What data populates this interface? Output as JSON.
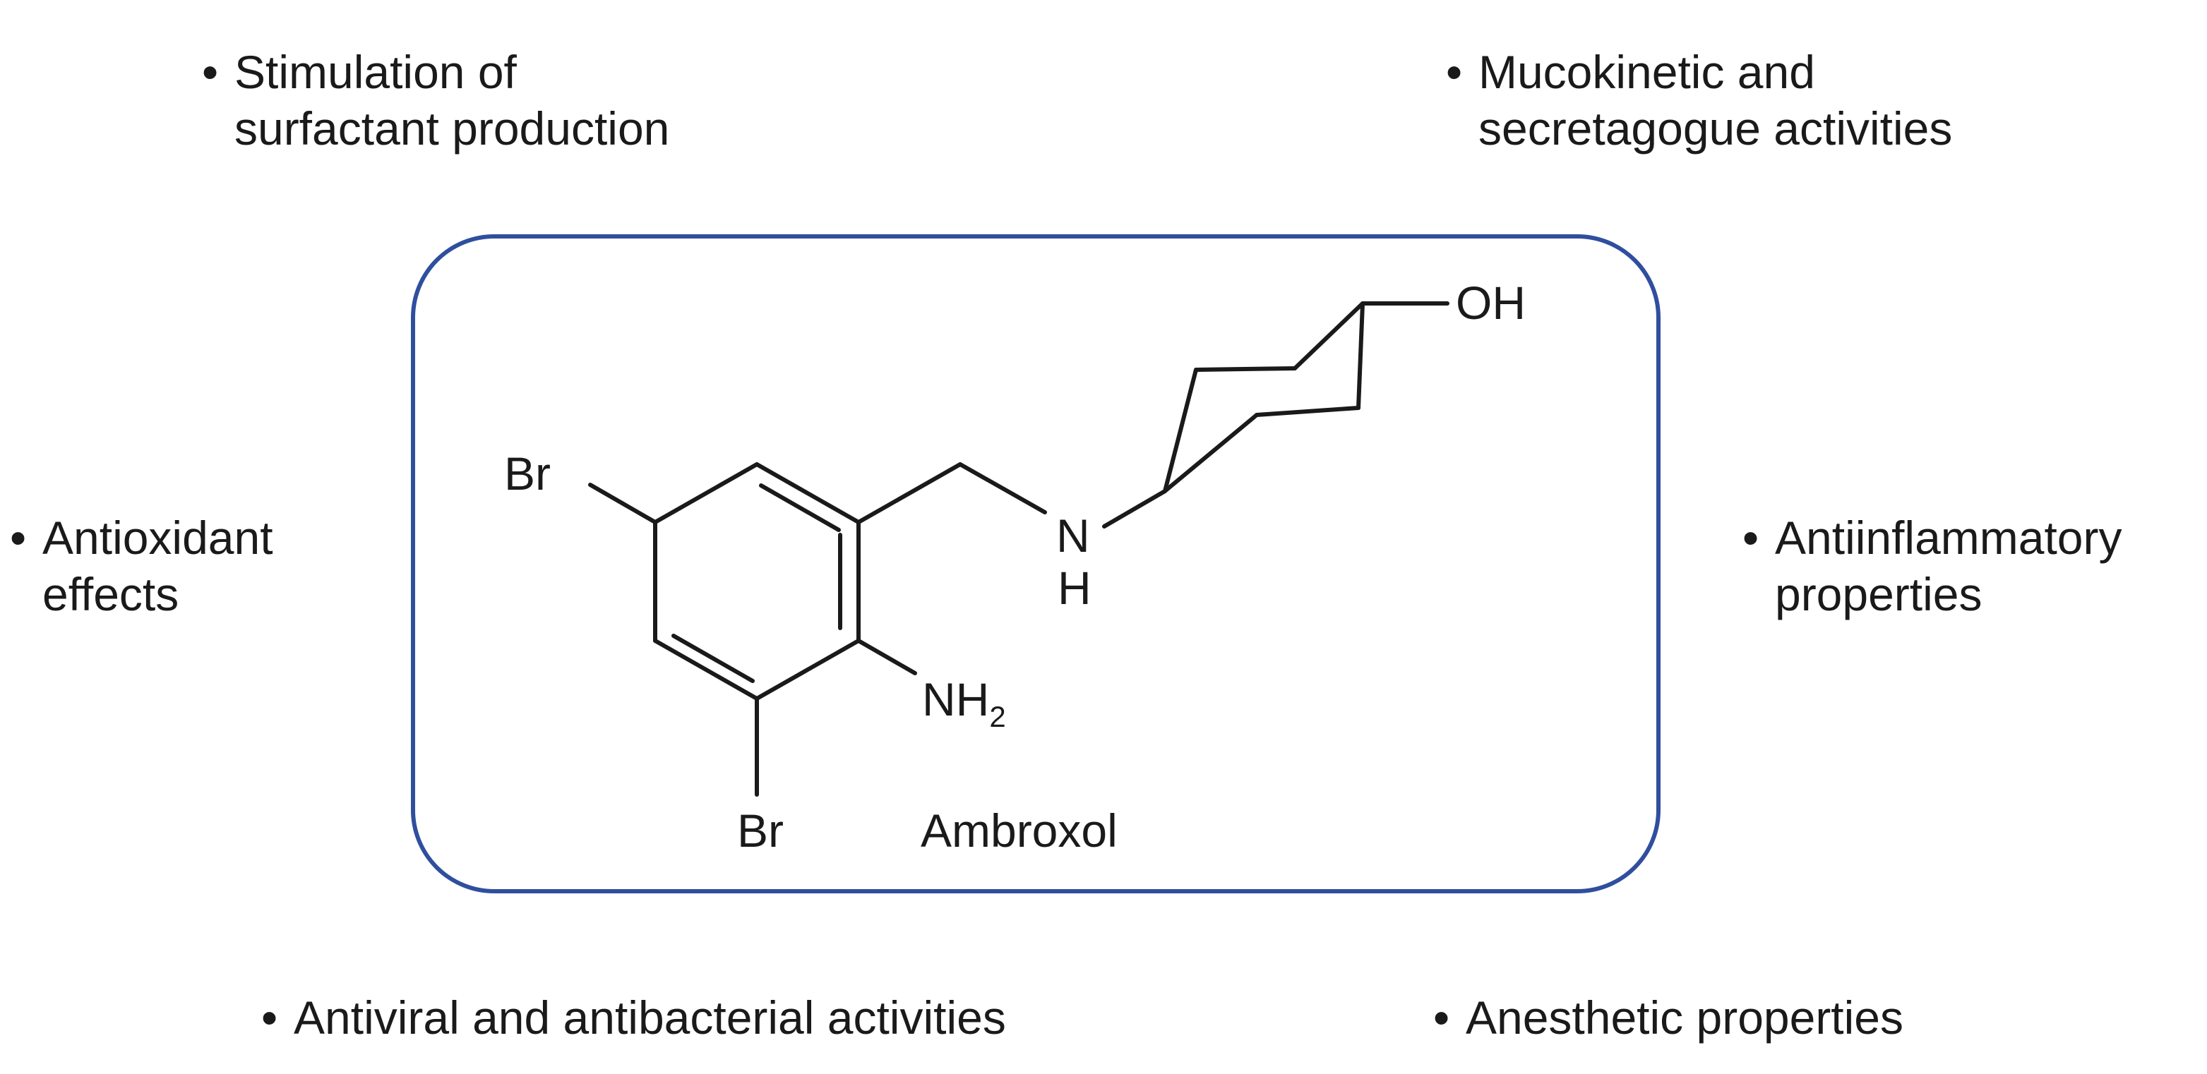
{
  "activities": {
    "surfactant": {
      "bullet": "•",
      "line1": "Stimulation of",
      "line2": "surfactant production"
    },
    "mucokinetic": {
      "bullet": "•",
      "line1": "Mucokinetic and",
      "line2": "secretagogue activities"
    },
    "antioxidant": {
      "bullet": "•",
      "line1": "Antioxidant",
      "line2": "effects"
    },
    "antiinflammatory": {
      "bullet": "•",
      "line1": "Antiinflammatory",
      "line2": "properties"
    },
    "antiviral": {
      "bullet": "•",
      "line1": "Antiviral and antibacterial activities"
    },
    "anesthetic": {
      "bullet": "•",
      "line1": "Anesthetic properties"
    }
  },
  "structure": {
    "compound_name": "Ambroxol",
    "atoms": {
      "br_top": "Br",
      "br_bottom": "Br",
      "nh_n": "N",
      "nh_h": "H",
      "nh2": "NH",
      "nh2_sub": "2",
      "oh": "OH"
    },
    "border_color": "#2f4f9e"
  }
}
